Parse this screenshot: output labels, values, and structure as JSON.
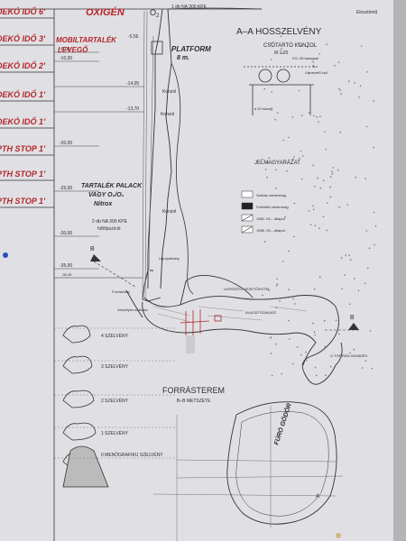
{
  "header": {
    "oxygen_label": "OXIGÉN",
    "o2_label": "O",
    "o2_sub": "2",
    "depth_label": "1 db NA 300 KPE",
    "corner_label": "Elosztómű"
  },
  "deco_stops": [
    {
      "label": "DEKÓ IDŐ 6'"
    },
    {
      "label": "DEKÓ IDŐ 3'"
    },
    {
      "label": "DEKÓ IDŐ 2'"
    },
    {
      "label": "DEKÓ IDŐ 1'"
    },
    {
      "label": "DEKÓ IDŐ 1'"
    },
    {
      "label": "PTH STOP 1'"
    },
    {
      "label": "PTH STOP 1'"
    },
    {
      "label": "PTH STOP 1'"
    }
  ],
  "depth_marks": [
    "-6,00",
    "-10,00",
    "-14,05",
    "-13,70",
    "-20,00",
    "-25,00",
    "-30,00",
    "-35,00"
  ],
  "mobile_note": {
    "line1": "MOBILTARTALÉK",
    "line2": "LEVEGŐ",
    "depth": "-5,56"
  },
  "platform_note": {
    "line1": "PLATFORM",
    "line2": "8 m."
  },
  "tank_note": {
    "line1": "TARTALÉK PALACK",
    "line2": "VAGY O₂/O₂",
    "line3": "Nitrox"
  },
  "bottles_note": {
    "line1": "2 db NA 300 KPE",
    "line2": "hőtőpozíció"
  },
  "cave_labels": {
    "konzol_1": "Konzol",
    "konzol_2": "Konzol",
    "konzol_3": "Konzol",
    "ferde": "Ugrópárkány",
    "meander": "Forrásüreg",
    "bifurcation": "UGRÓSÍTÓ VEZETŐKÖTÉL",
    "tunnel": "ALAGÚTSZAKASZ",
    "forras": "V. FORRÁS-HASADÉK",
    "hazard": "Veszélyes szakasz",
    "depth_bottom": "-35,45"
  },
  "section_aa": {
    "title": "A–A HOSSZELVÉNY",
    "subtitle": "CSŐTARTÓ KONZOL",
    "scale": "M 1:20",
    "anchor_label": "KO–35 karogsal",
    "pipe_label": "Vízvezető cső",
    "spacing_label": "≠ 25 közeg"
  },
  "legend": {
    "title": "JELMAGYARÁZAT",
    "items": [
      {
        "label": "Sziklás medermag"
      },
      {
        "label": "Feltöltött medermag"
      },
      {
        "label": "1984. 04.– állapot"
      },
      {
        "label": "1985. 05.– állapot"
      }
    ]
  },
  "forras_hall": {
    "title": "FORRÁSTEREM",
    "subtitle": "B–B METSZETE",
    "inner": "FÚRÓ GÖDÖR",
    "marker": "A"
  },
  "profiles": [
    {
      "label": "4 SZELVÉNY"
    },
    {
      "label": "3 SZELVÉNY"
    },
    {
      "label": "2 SZELVÉNY"
    },
    {
      "label": "1 SZELVÉNY"
    },
    {
      "label": "0 MENŐGRAFIKU SZELVÉNY"
    }
  ],
  "section_markers": {
    "b_left": "B",
    "b_right": "B"
  }
}
